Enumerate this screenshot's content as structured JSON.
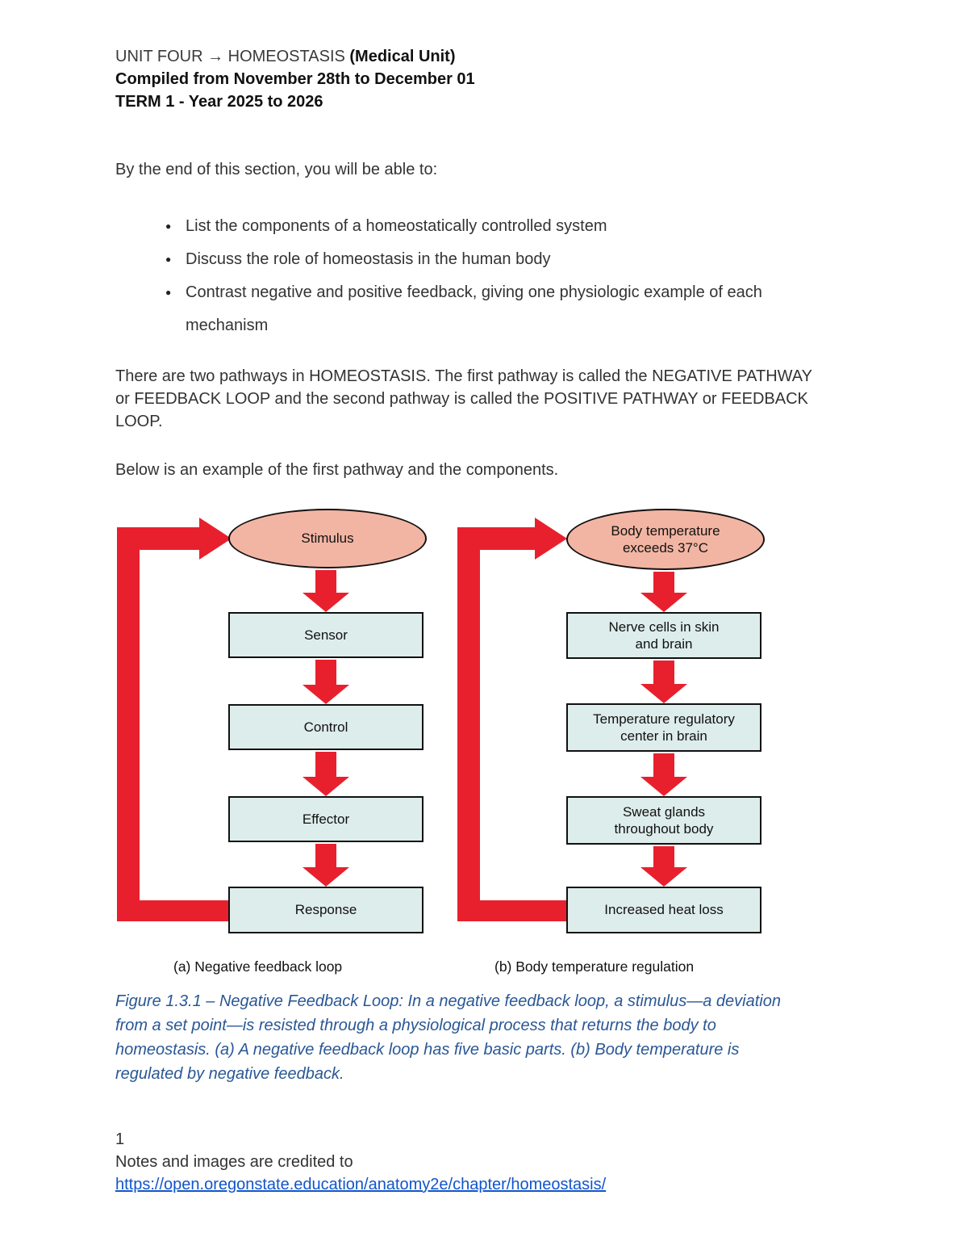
{
  "header": {
    "title_regular": "UNIT FOUR → HOMEOSTASIS ",
    "title_bold": "(Medical Unit)",
    "compiled_line": "Compiled from November 28th to December 01",
    "term_line": "TERM 1 - Year 2025 to 2026"
  },
  "intro": "By the end of this section, you will be able to:",
  "objectives": [
    "List the components of a homeostatically controlled system",
    "Discuss the role of homeostasis in the human body",
    "Contrast negative and positive feedback, giving one physiologic example of each mechanism"
  ],
  "paragraph_pathways": "There are two pathways in HOMEOSTASIS. The first pathway is called the NEGATIVE PATHWAY or FEEDBACK LOOP and the second pathway is called the POSITIVE PATHWAY or FEEDBACK LOOP.",
  "paragraph_example": "Below is an example of the first pathway and the components.",
  "figure": {
    "left": {
      "stimulus_label": "Stimulus",
      "nodes": [
        "Sensor",
        "Control",
        "Effector",
        "Response"
      ],
      "caption": "(a) Negative feedback loop"
    },
    "right": {
      "stimulus_label": "Body temperature\nexceeds 37°C",
      "nodes": [
        "Nerve cells in skin\nand brain",
        "Temperature regulatory\ncenter in brain",
        "Sweat glands\nthroughout body",
        "Increased heat loss"
      ],
      "caption": "(b) Body temperature regulation"
    },
    "colors": {
      "arrow-red": "#e8202e",
      "ellipse-fill": "#f3b5a3",
      "box-fill": "#ddedeb",
      "shape-outline": "#111111",
      "caption-blue": "#2a5795",
      "link-blue": "#1155cc"
    }
  },
  "figure_caption": "Figure 1.3.1 – Negative Feedback Loop: In a negative feedback loop, a stimulus—a deviation from a set point—is resisted through a physiological process that returns the body to homeostasis. (a) A negative feedback loop has five basic parts. (b) Body temperature is regulated by negative feedback.",
  "footer": {
    "page_number": "1",
    "credit_line": "Notes and images are credited to",
    "link_text": "https://open.oregonstate.education/anatomy2e/chapter/homeostasis/"
  }
}
